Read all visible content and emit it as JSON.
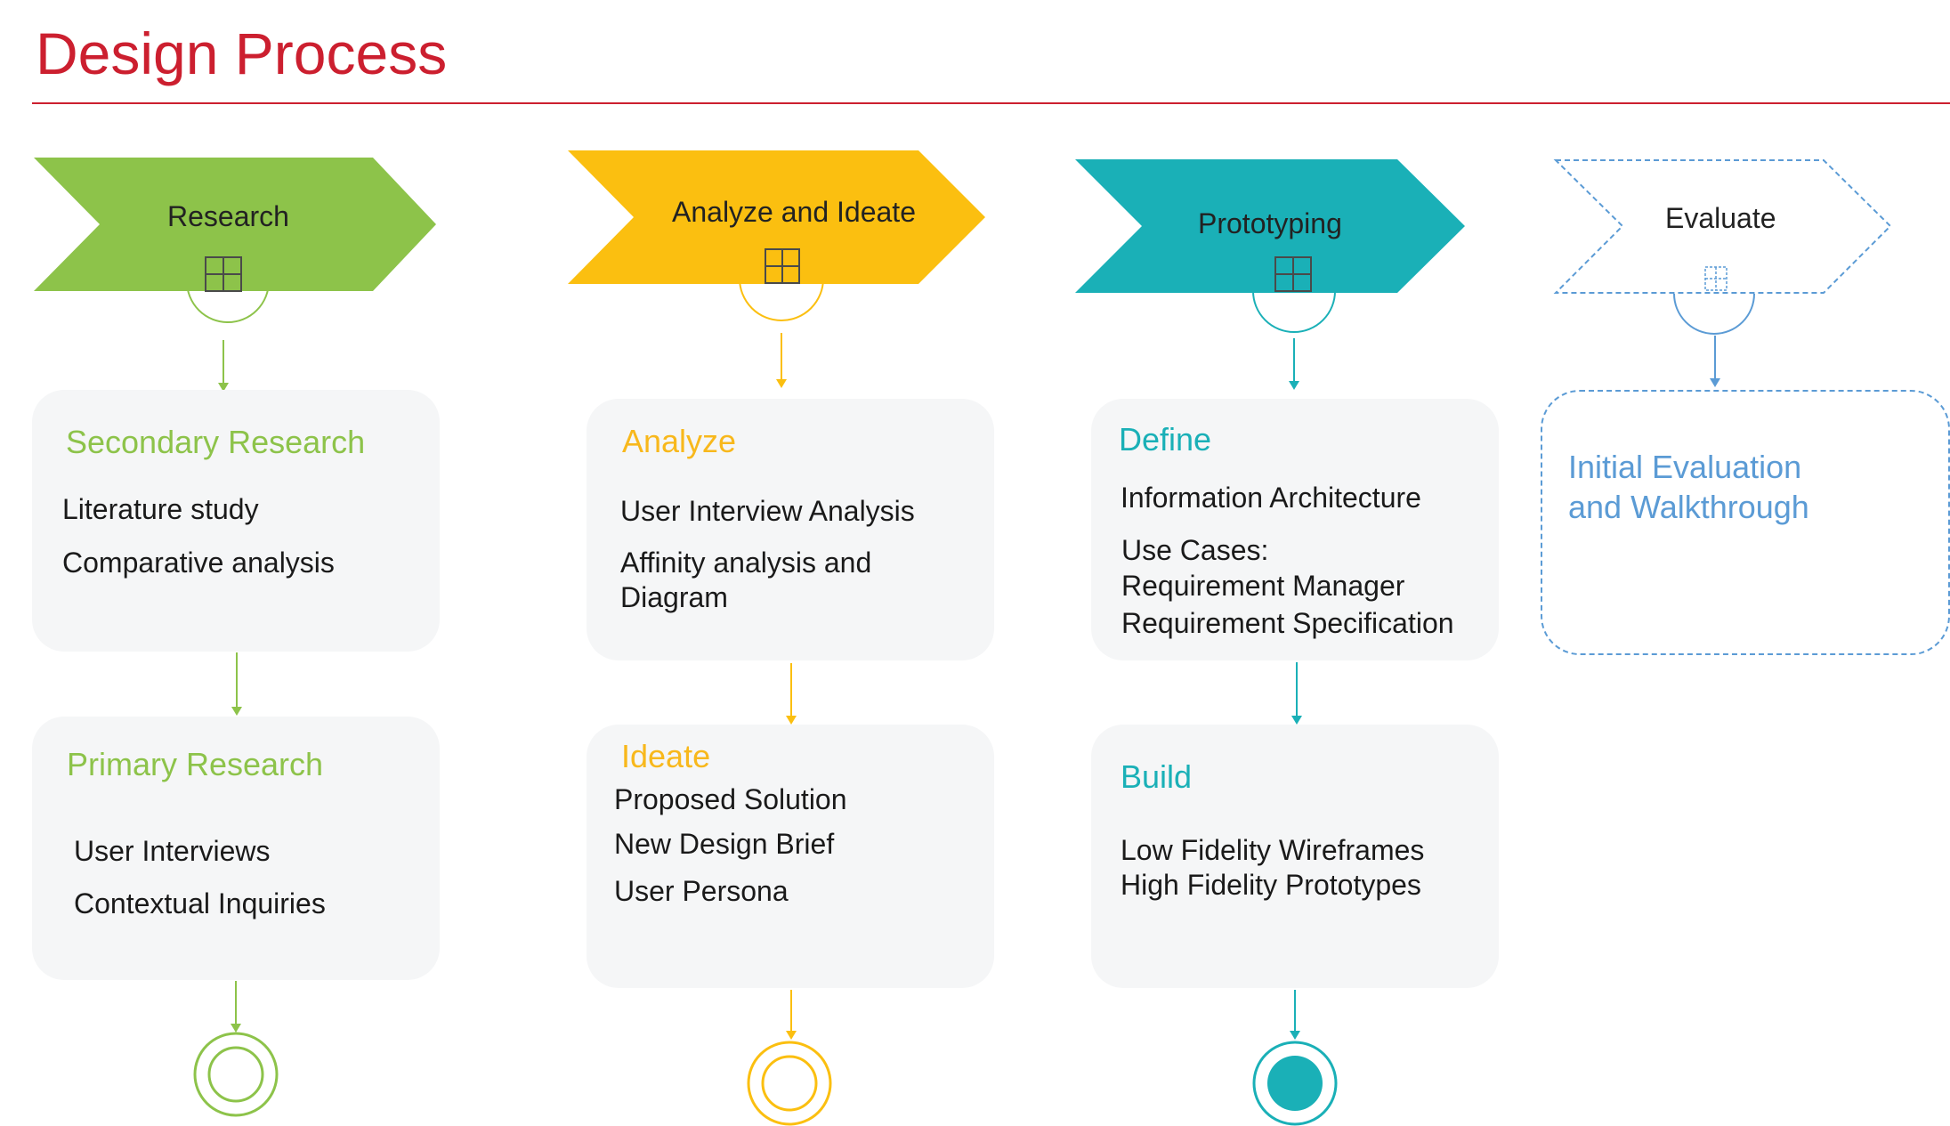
{
  "title": "Design Process",
  "colors": {
    "title_red": "#cc1f2f",
    "research_green": "#8dc34a",
    "analyze_yellow": "#fbbf10",
    "prototype_teal": "#1ab0b7",
    "evaluate_blue": "#5b9bd5",
    "card_bg": "#f5f6f7"
  },
  "phases": [
    {
      "label": "Research",
      "icon": "grid-icon",
      "cards": [
        {
          "heading": "Secondary Research",
          "items": [
            "Literature study",
            "Comparative analysis"
          ]
        },
        {
          "heading": "Primary Research",
          "items": [
            "User Interviews",
            "Contextual Inquiries"
          ]
        }
      ],
      "end": "end-event-icon"
    },
    {
      "label": "Analyze and Ideate",
      "icon": "grid-icon",
      "cards": [
        {
          "heading": "Analyze",
          "items": [
            "User Interview Analysis",
            "Affinity analysis and",
            "Diagram"
          ]
        },
        {
          "heading": "Ideate",
          "items": [
            "Proposed Solution",
            "New Design Brief",
            "User Persona"
          ]
        }
      ],
      "end": "end-event-icon"
    },
    {
      "label": "Prototyping",
      "icon": "grid-icon",
      "cards": [
        {
          "heading": "Define",
          "items": [
            "Information Architecture",
            "Use Cases:",
            "Requirement Manager",
            "Requirement Specification"
          ]
        },
        {
          "heading": "Build",
          "items": [
            "Low Fidelity Wireframes",
            "High Fidelity Prototypes"
          ]
        }
      ],
      "end": "end-event-filled-icon"
    },
    {
      "label": "Evaluate",
      "icon": "grid-icon",
      "cards": [
        {
          "heading_lines": [
            "Initial Evaluation",
            "and Walkthrough"
          ]
        }
      ]
    }
  ]
}
